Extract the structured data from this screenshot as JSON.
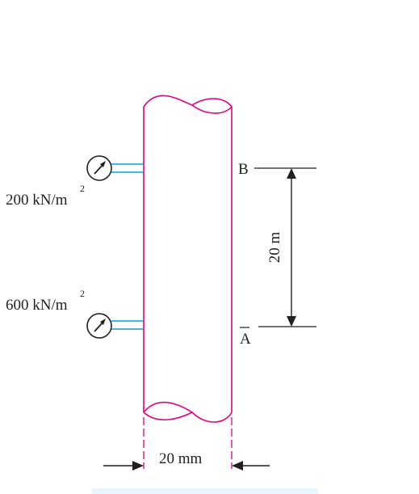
{
  "labels": {
    "gauge_upper_pressure": "200 kN/m",
    "gauge_lower_pressure": "600 kN/m",
    "superscript": "2",
    "point_b": "B",
    "point_a": "A",
    "height": "20 m",
    "diameter": "20 mm"
  },
  "colors": {
    "pipe": "#e6007e",
    "gauge_tube": "#00a0e3",
    "ink": "#231f20",
    "bottom_band": "#eaf6fd"
  }
}
